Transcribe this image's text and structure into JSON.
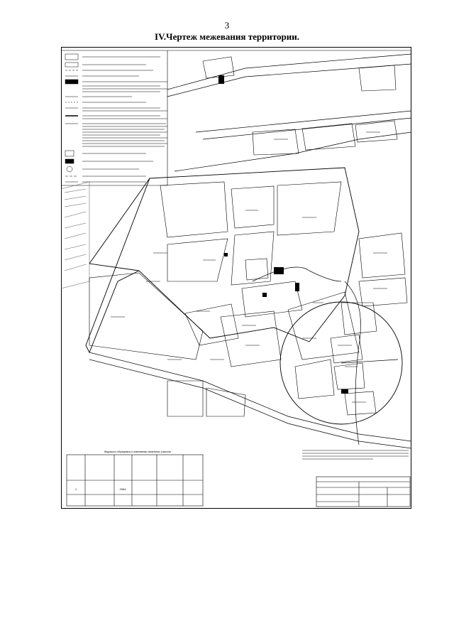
{
  "page": {
    "number": "3",
    "title": "IV.Чертеж межевания территории."
  },
  "colors": {
    "ink": "#000000",
    "paper": "#ffffff",
    "hatch": "#555555"
  },
  "table": {
    "caption": "Ведомость образуемых и изменяемых земельных участков",
    "row_number": "1",
    "row_area": "2964"
  }
}
